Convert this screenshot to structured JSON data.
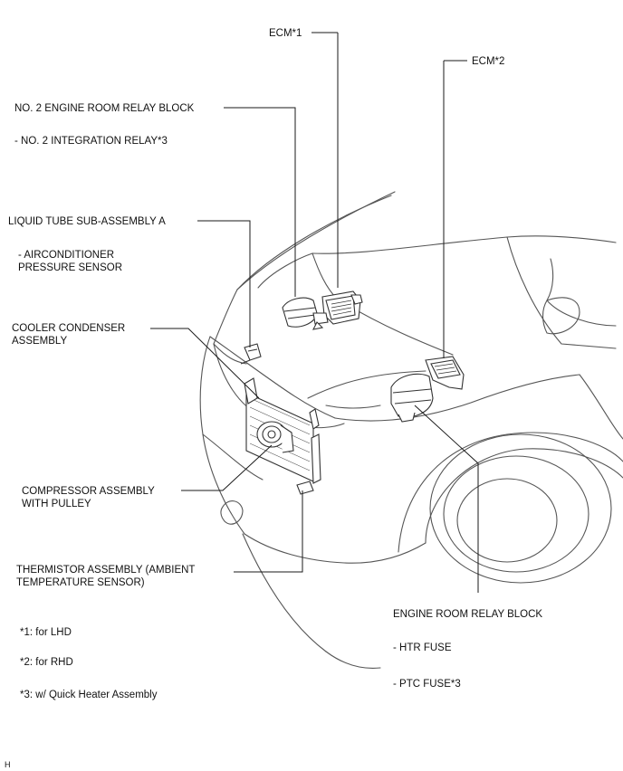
{
  "labels": {
    "ecm1": "ECM*1",
    "ecm2": "ECM*2",
    "no2_relay_block": "NO. 2 ENGINE ROOM RELAY BLOCK",
    "no2_integration_relay": "- NO. 2 INTEGRATION RELAY*3",
    "liquid_tube": "LIQUID TUBE SUB-ASSEMBLY A",
    "ac_pressure_sensor_line1": "- AIRCONDITIONER",
    "ac_pressure_sensor_line2": "PRESSURE SENSOR",
    "cooler_condenser_line1": "COOLER CONDENSER",
    "cooler_condenser_line2": "ASSEMBLY",
    "compressor_line1": "COMPRESSOR ASSEMBLY",
    "compressor_line2": "WITH PULLEY",
    "thermistor_line1": "THERMISTOR ASSEMBLY (AMBIENT",
    "thermistor_line2": "TEMPERATURE SENSOR)",
    "engine_room_relay_block": "ENGINE ROOM RELAY BLOCK",
    "htr_fuse": "- HTR FUSE",
    "ptc_fuse": "- PTC FUSE*3"
  },
  "notes": {
    "note1": "*1: for LHD",
    "note2": "*2: for RHD",
    "note3": "*3: w/ Quick Heater Assembly"
  },
  "corner_mark": "H",
  "colors": {
    "line": "#1a1a1a",
    "vehicle_outline": "#555555",
    "component": "#333333"
  }
}
